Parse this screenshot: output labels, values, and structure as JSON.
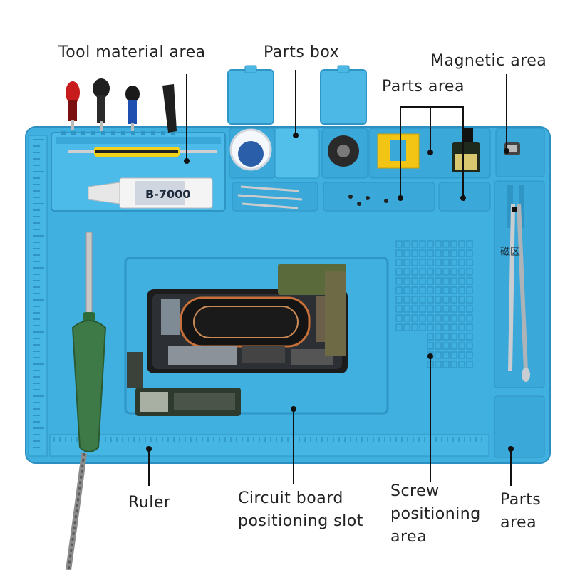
{
  "colors": {
    "mat": "#3fb0e0",
    "mat_dark": "#2f95c4",
    "mat_light": "#6ccaf0",
    "line": "#111111",
    "text": "#222222"
  },
  "labels": {
    "tool_material_area": "Tool material area",
    "parts_box": "Parts box",
    "magnetic_area": "Magnetic area",
    "parts_area_top": "Parts area",
    "ruler": "Ruler",
    "circuit_board_slot": "Circuit board positioning slot",
    "screw_area": "Screw positioning area",
    "parts_area_bottom": "Parts area"
  },
  "glue_tube_text": "B-7000",
  "magnet_zone_text": "磁区",
  "icons": [
    "screwdriver-icon",
    "glue-tube-icon",
    "soldering-iron-icon",
    "tweezers-icon",
    "circuit-board-icon",
    "screw-icon",
    "magnet-icon"
  ]
}
